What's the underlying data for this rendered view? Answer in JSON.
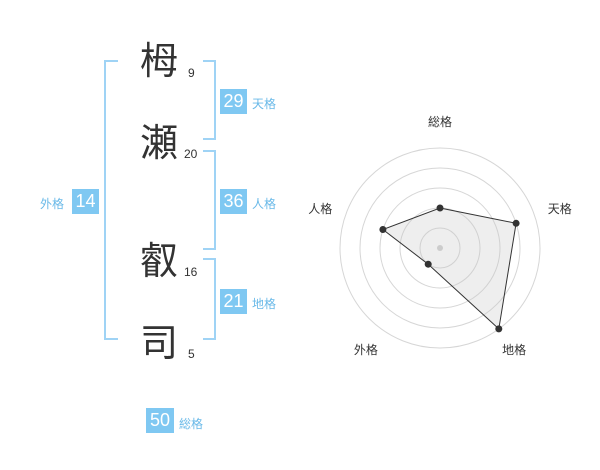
{
  "name": {
    "characters": [
      {
        "char": "栂",
        "strokes": "9"
      },
      {
        "char": "瀬",
        "strokes": "20"
      },
      {
        "char": "叡",
        "strokes": "16"
      },
      {
        "char": "司",
        "strokes": "5"
      }
    ]
  },
  "fortune": {
    "tenkaku": {
      "value": "29",
      "label": "天格"
    },
    "jinkaku": {
      "value": "36",
      "label": "人格"
    },
    "chikaku": {
      "value": "21",
      "label": "地格"
    },
    "gaikaku": {
      "value": "14",
      "label": "外格"
    },
    "soukaku": {
      "value": "50",
      "label": "総格"
    }
  },
  "accent_color": "#7fc8f2",
  "chart_data": {
    "type": "radar",
    "axes": [
      "総格",
      "天格",
      "地格",
      "外格",
      "人格"
    ],
    "values": [
      2,
      4,
      5,
      1,
      3
    ],
    "range": [
      0,
      5
    ],
    "grid_rings": 5
  }
}
